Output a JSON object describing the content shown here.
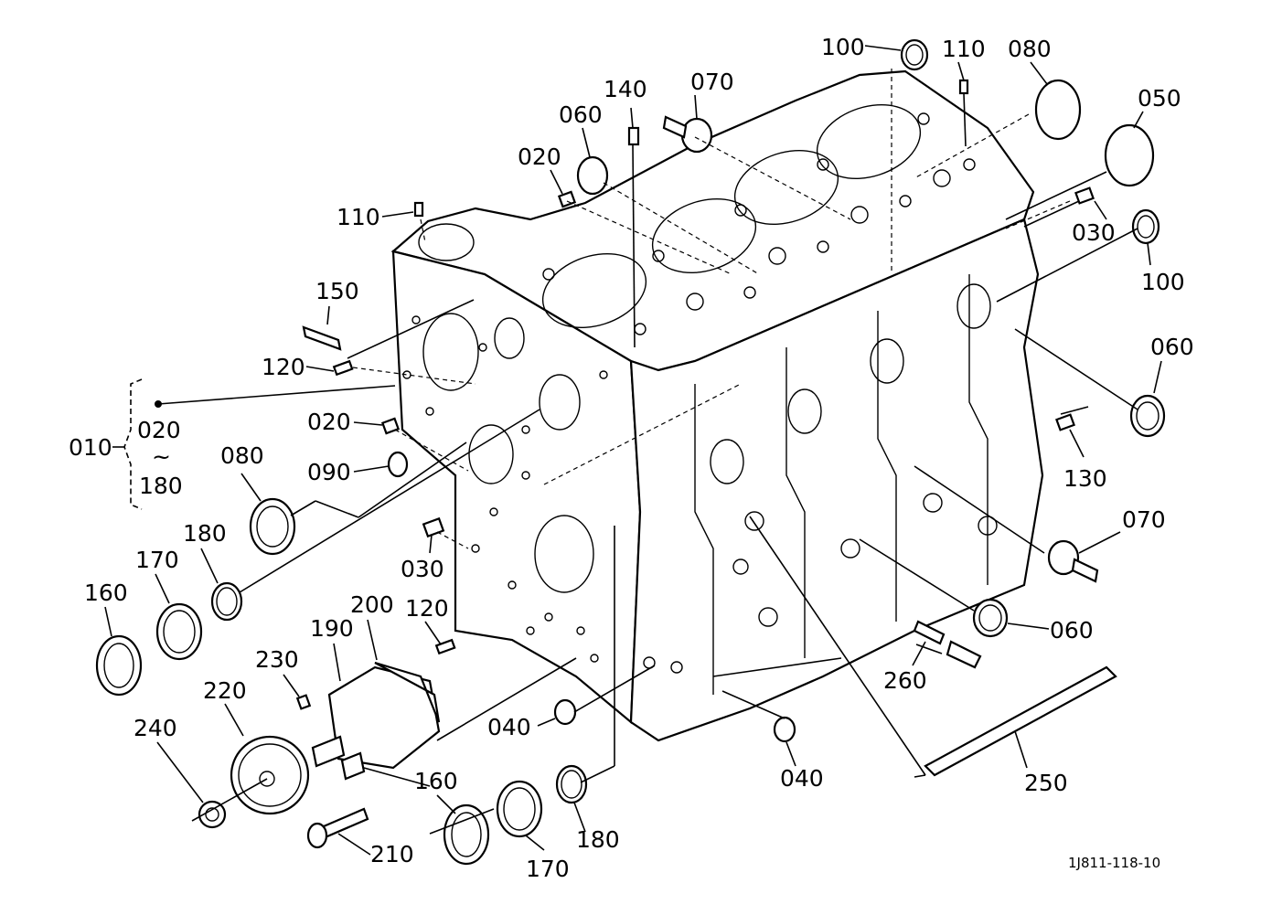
{
  "diagram": {
    "reference": "1J811-118-10",
    "assembly": {
      "number": "010",
      "range_from": "020",
      "range_sep": "~",
      "range_to": "180"
    },
    "callouts": [
      {
        "id": "c1",
        "label": "100"
      },
      {
        "id": "c2",
        "label": "110"
      },
      {
        "id": "c3",
        "label": "080"
      },
      {
        "id": "c4",
        "label": "050"
      },
      {
        "id": "c5",
        "label": "140"
      },
      {
        "id": "c6",
        "label": "070"
      },
      {
        "id": "c7",
        "label": "060"
      },
      {
        "id": "c8",
        "label": "020"
      },
      {
        "id": "c9",
        "label": "110"
      },
      {
        "id": "c10",
        "label": "030"
      },
      {
        "id": "c11",
        "label": "100"
      },
      {
        "id": "c12",
        "label": "150"
      },
      {
        "id": "c13",
        "label": "120"
      },
      {
        "id": "c14",
        "label": "060"
      },
      {
        "id": "c15",
        "label": "020"
      },
      {
        "id": "c16",
        "label": "090"
      },
      {
        "id": "c17",
        "label": "130"
      },
      {
        "id": "c18",
        "label": "080"
      },
      {
        "id": "c19",
        "label": "070"
      },
      {
        "id": "c20",
        "label": "180"
      },
      {
        "id": "c21",
        "label": "170"
      },
      {
        "id": "c22",
        "label": "160"
      },
      {
        "id": "c23",
        "label": "030"
      },
      {
        "id": "c24",
        "label": "200"
      },
      {
        "id": "c25",
        "label": "190"
      },
      {
        "id": "c26",
        "label": "120"
      },
      {
        "id": "c27",
        "label": "060"
      },
      {
        "id": "c28",
        "label": "230"
      },
      {
        "id": "c29",
        "label": "220"
      },
      {
        "id": "c30",
        "label": "260"
      },
      {
        "id": "c31",
        "label": "040"
      },
      {
        "id": "c32",
        "label": "240"
      },
      {
        "id": "c33",
        "label": "040"
      },
      {
        "id": "c34",
        "label": "160"
      },
      {
        "id": "c35",
        "label": "250"
      },
      {
        "id": "c36",
        "label": "180"
      },
      {
        "id": "c37",
        "label": "210"
      },
      {
        "id": "c38",
        "label": "170"
      }
    ]
  }
}
